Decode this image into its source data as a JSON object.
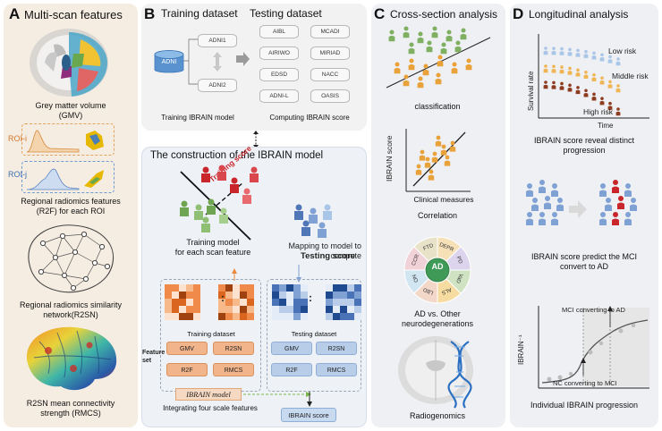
{
  "panelA": {
    "letter": "A",
    "title": "Multi-scan features",
    "gmv_caption": "Grey matter volume\n(GMV)",
    "roi_i": "ROI-i",
    "roi_j": "ROI-j",
    "r2f_caption": "Regional radiomics features\n(R2F) for each ROI",
    "r2sn_caption": "Regional radiomics similarity\nnetwork(R2SN)",
    "rmcs_caption": "R2SN mean connectivity\nstrength (RMCS)"
  },
  "panelB": {
    "letter": "B",
    "training_title": "Training dataset",
    "testing_title": "Testing dataset",
    "adni_label": "ADNI",
    "training_sets": [
      "ADNI1",
      "ADNI2"
    ],
    "testing_sets": [
      "AIBL",
      "MCADI",
      "AIRIWO",
      "MIRIAD",
      "EDSD",
      "NACC",
      "ADNI-L",
      "OASIS"
    ],
    "training_model_caption": "Training IBRAIN model",
    "computing_caption": "Computing IBRAIN score",
    "construction_title": "The construction of the IBRAIN model",
    "training_score": "Training score",
    "training_model_label": "Training model\nfor each scan feature",
    "mapping_label": "Mapping to model to\ncompute",
    "testing_score": "Testing score",
    "training_dataset_caption": "Training dataset",
    "testing_dataset_caption": "Testing dataset",
    "feature_set_label": "Feature\nset",
    "features": [
      "GMV",
      "R2SN",
      "R2F",
      "RMCS"
    ],
    "ibrain_model": "IBRAIN model",
    "integrating_caption": "Integrating four scale features",
    "ibrain_score": "IBRAIN score",
    "dots": ":"
  },
  "panelC": {
    "letter": "C",
    "title": "Cross-section analysis",
    "classification": "classification",
    "y_axis": "IBRAIN score",
    "x_axis": "Clinical measures",
    "correlation": "Correlation",
    "center": "AD",
    "segments": [
      "DEPR",
      "PD",
      "VaD",
      "ALS",
      "LBD",
      "ON",
      "CCR",
      "FTD"
    ],
    "ad_caption": "AD vs. Other\nneurodegenerations",
    "radiogenomics": "Radiogenomics"
  },
  "panelD": {
    "letter": "D",
    "title": "Longitudinal analysis",
    "y_axis": "Survival rate",
    "x_axis": "Time",
    "low_risk": "Low risk",
    "middle_risk": "Middle risk",
    "high_risk": "High risk",
    "survival_caption": "IBRAIN score reveal distinct\nprogression",
    "predict_caption": "IBRAIN score predict the MCI\nconvert to AD",
    "traj_y": "IBRAIN⁻¹",
    "mci_ad": "MCI converting to AD",
    "nc_mci": "NC converting to MCI",
    "individual_caption": "Individual IBRAIN progression"
  },
  "colors": {
    "orange": "#e98a3a",
    "red": "#c9262c",
    "green": "#7fb062",
    "blue": "#4f77b8",
    "light_blue": "#a9c6e8",
    "dashed_green": "#7ab648"
  }
}
